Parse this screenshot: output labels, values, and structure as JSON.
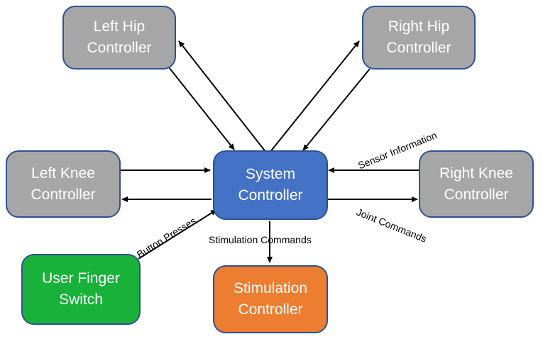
{
  "nodes": {
    "left_hip": {
      "label": "Left Hip\nController",
      "color": "#a6a6a6"
    },
    "right_hip": {
      "label": "Right Hip\nController",
      "color": "#a6a6a6"
    },
    "left_knee": {
      "label": "Left Knee\nController",
      "color": "#a6a6a6"
    },
    "right_knee": {
      "label": "Right Knee\nController",
      "color": "#a6a6a6"
    },
    "system": {
      "label": "System\nController",
      "color": "#4472c4"
    },
    "finger_switch": {
      "label": "User Finger\nSwitch",
      "color": "#18b23a"
    },
    "stimulation": {
      "label": "Stimulation\nController",
      "color": "#ed7d31"
    }
  },
  "edge_labels": {
    "sensor_information": "Sensor Information",
    "joint_commands": "Joint Commands",
    "button_presses": "Button Presses",
    "stimulation_commands": "Stimulation Commands"
  }
}
